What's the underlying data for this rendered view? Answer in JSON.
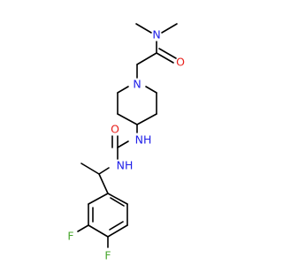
{
  "molecule": {
    "atom_labels": {
      "n_dimethylamide": "N",
      "o_amide": "O",
      "n_piperidine": "N",
      "nh_piperidinyl": "NH",
      "o_urea": "O",
      "nh_benzylic": "NH",
      "f_meta": "F",
      "f_para": "F"
    },
    "colors": {
      "bond": "#000000",
      "nitrogen": "#2020e8",
      "oxygen": "#e8201c",
      "fluorine": "#49a72f"
    }
  }
}
